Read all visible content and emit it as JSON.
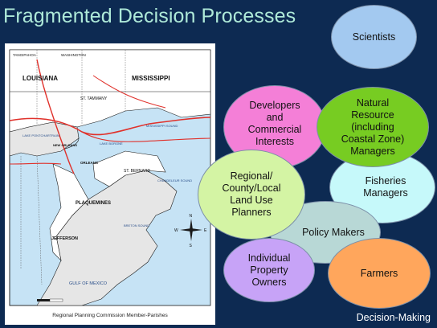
{
  "slide": {
    "title": "Fragmented Decision Processes",
    "footer_label": "Decision-Making"
  },
  "map": {
    "caption": "Regional Planning Commission Member-Parishes",
    "state_labels": [
      "LOUISIANA",
      "MISSISSIPPI"
    ],
    "parish_labels": [
      "TANGIPAHOA",
      "WASHINGTON",
      "ST. TAMMANY",
      "ST. BERNARD",
      "PLAQUEMINES",
      "JEFFERSON"
    ],
    "water_labels": [
      "LAKE PONTCHARTRAIN",
      "LAKE BORGNE",
      "GULF OF MEXICO",
      "MISSISSIPPI SOUND",
      "BRETON SOUND",
      "CHANDELEUR SOUND"
    ],
    "city_labels": [
      "NEW ORLEANS",
      "ORLEANS"
    ],
    "compass": [
      "N",
      "S",
      "W",
      "E"
    ],
    "colors": {
      "land": "#ffffff",
      "water": "#c6e3f5",
      "parish_fill": "#e6e6e6",
      "roads": "#e0312b",
      "border": "#1a1a1a"
    }
  },
  "stakeholders": {
    "scientists": "Scientists",
    "developers": "Developers and Commercial Interests",
    "natural_resource": "Natural Resource (including Coastal Zone) Managers",
    "regional_planners": "Regional/ County/Local Land Use Planners",
    "fisheries": "Fisheries Managers",
    "policy_makers": "Policy Makers",
    "property_owners": "Individual Property Owners",
    "farmers": "Farmers"
  },
  "colors": {
    "background": "#0d2a52",
    "title": "#aee9d8",
    "scientists": "#a3c9f0",
    "developers": "#f47fd7",
    "natural_resource": "#77cc22",
    "regional_planners": "#d4f4a4",
    "fisheries": "#c6f9fa",
    "policy_makers": "#b8d8d6",
    "property_owners": "#c7a3f7",
    "farmers": "#ffa65c"
  }
}
